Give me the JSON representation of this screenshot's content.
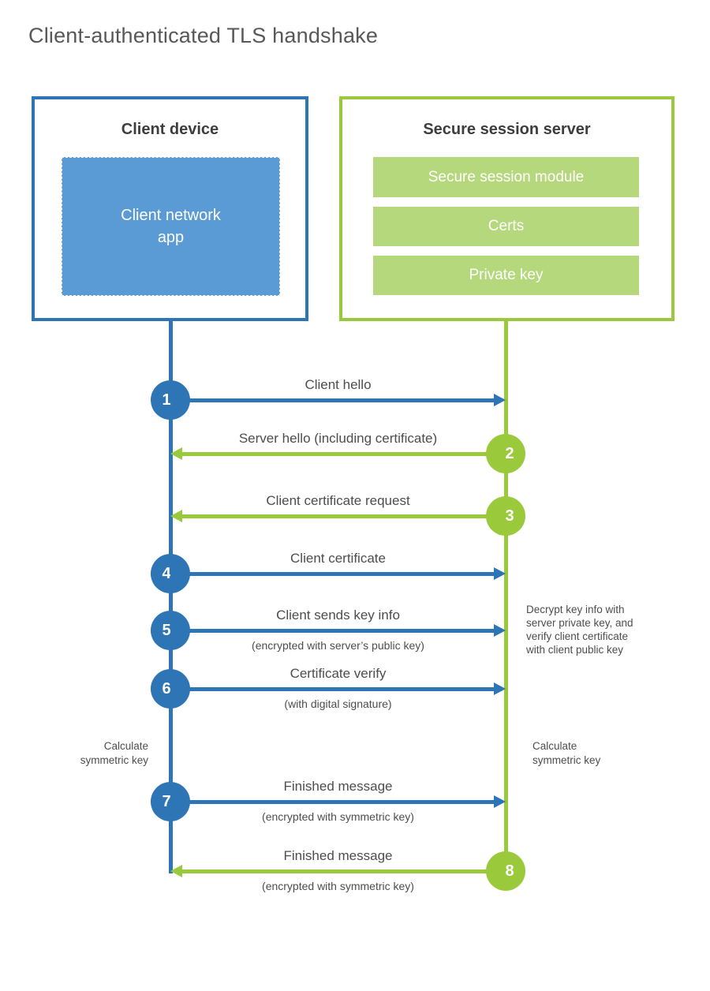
{
  "title": "Client-authenticated TLS handshake",
  "colors": {
    "blue_dark": "#2e75b6",
    "blue_fill": "#5b9bd5",
    "green_line": "#9aca3c",
    "green_fill": "#b5d87c"
  },
  "client": {
    "header": "Client device",
    "app_label": "Client network\napp"
  },
  "server": {
    "header": "Secure session server",
    "modules": [
      "Secure session module",
      "Certs",
      "Private key"
    ]
  },
  "steps": [
    {
      "num": "1",
      "from": "client",
      "label": "Client hello",
      "sub": ""
    },
    {
      "num": "2",
      "from": "server",
      "label": "Server hello (including certificate)",
      "sub": ""
    },
    {
      "num": "3",
      "from": "server",
      "label": "Client certificate request",
      "sub": ""
    },
    {
      "num": "4",
      "from": "client",
      "label": "Client certificate",
      "sub": ""
    },
    {
      "num": "5",
      "from": "client",
      "label": "Client sends key info",
      "sub": "(encrypted with server’s public key)"
    },
    {
      "num": "6",
      "from": "client",
      "label": "Certificate verify",
      "sub": "(with digital signature)"
    },
    {
      "num": "7",
      "from": "client",
      "label": "Finished message",
      "sub": "(encrypted with symmetric key)"
    },
    {
      "num": "8",
      "from": "server",
      "label": "Finished message",
      "sub": "(encrypted with symmetric key)"
    }
  ],
  "notes": {
    "server_note": "Decrypt key info with\nserver private key, and\nverify client certificate\nwith client public key",
    "client_calc": "Calculate\nsymmetric key",
    "server_calc": "Calculate\nsymmetric key"
  }
}
